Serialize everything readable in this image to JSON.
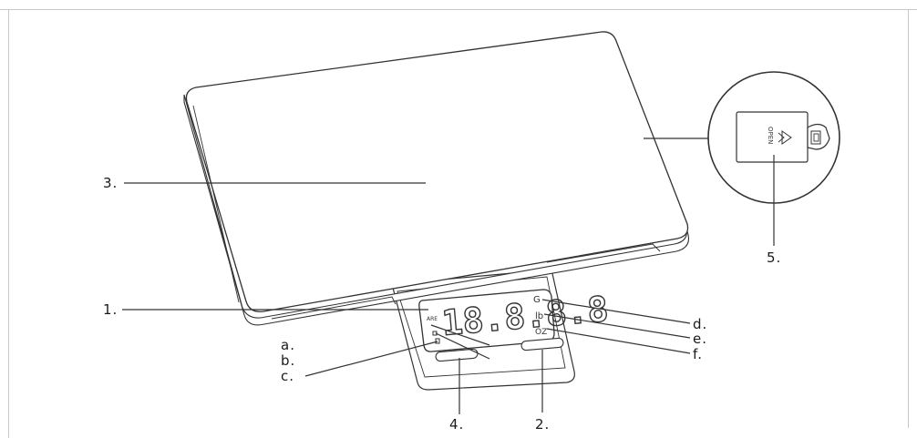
{
  "callouts": {
    "n1": "1.",
    "n2": "2.",
    "n3": "3.",
    "n4": "4.",
    "n5": "5.",
    "a": "a.",
    "b": "b.",
    "c": "c.",
    "d": "d.",
    "e": "e.",
    "f": "f."
  },
  "display": {
    "readout": "18.8.8.8",
    "tare_indicator": "ARE",
    "unit_g": "G",
    "unit_lb": "lb",
    "unit_oz": "OZ"
  },
  "battery_cover": {
    "open_text": "OPEN"
  },
  "colors": {
    "line": "#333333",
    "frame": "#c8c8c8",
    "background": "#ffffff"
  }
}
